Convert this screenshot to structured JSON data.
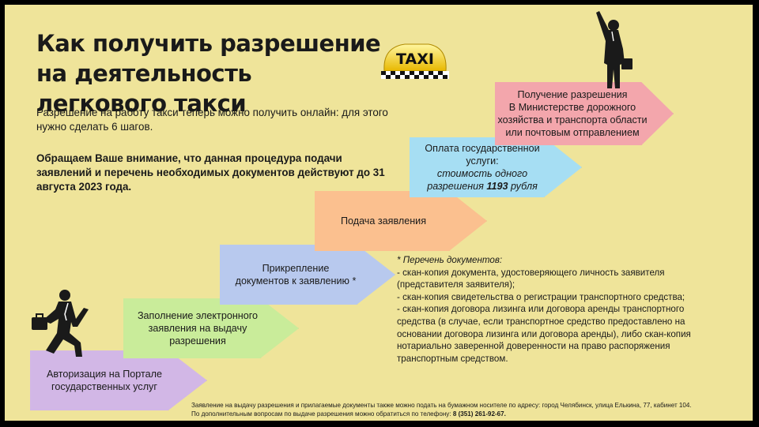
{
  "title": "Как получить разрешение на деятельность легкового такси",
  "intro": "Разрешение на работу такси теперь можно получить онлайн: для этого нужно сделать 6 шагов.",
  "notice": "Обращаем Ваше внимание, что данная процедура подачи заявлений и перечень необходимых документов действуют до 31 августа 2023 года.",
  "taxi_sign": "TAXI",
  "steps": [
    {
      "line1": "Авторизация на Портале",
      "line2": "государственных услуг",
      "line3": "",
      "color": "#d2b7e6"
    },
    {
      "line1": "Заполнение электронного",
      "line2": "заявления на выдачу",
      "line3": "разрешения",
      "color": "#c9ec9a"
    },
    {
      "line1": "Прикрепление",
      "line2": "документов к заявлению *",
      "line3": "",
      "color": "#b8c9ee"
    },
    {
      "line1": "Подача заявления",
      "line2": "",
      "line3": "",
      "color": "#fbc08f"
    },
    {
      "line1": "Оплата государственной",
      "line2_a": "услуги: ",
      "line2_b": "стоимость одного",
      "line3_a": "разрешения ",
      "line3_b": "1193",
      "line3_c": " рубля",
      "color": "#a6def3"
    },
    {
      "line1": "Получение разрешения",
      "line2": "В Министерстве дорожного",
      "line3": "хозяйства и транспорта области",
      "line4": "или почтовым отправлением",
      "color": "#f3a6ac"
    }
  ],
  "documents": {
    "header": "* Перечень документов:",
    "items": [
      "- скан-копия документа, удостоверяющего личность заявителя (представителя заявителя);",
      "- скан-копия свидетельства о регистрации транспортного средства;",
      "- скан-копия договора лизинга или договора аренды транспортного средства (в случае, если транспортное средство предоставлено на основании договора лизинга или договора аренды), либо скан-копия нотариально заверенной доверенности на право распоряжения транспортным средством."
    ]
  },
  "footer": {
    "line1": "Заявление на выдачу разрешения и прилагаемые документы также можно подать на бумажном носителе по адресу: город Челябинск, улица Елькина, 77, кабинет 104.",
    "line2": "По дополнительным вопросам по выдаче разрешения можно обратиться по телефону: ",
    "phone": "8 (351) 261-92-67."
  }
}
